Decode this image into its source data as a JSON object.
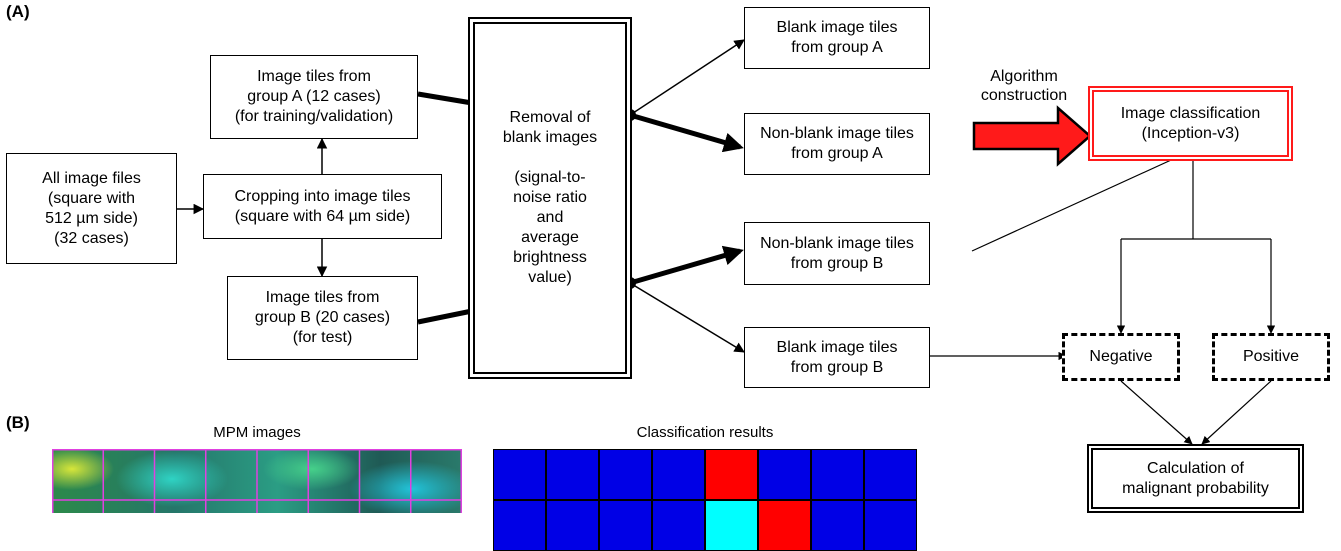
{
  "labels": {
    "panel_a": "(A)",
    "panel_b": "(B)"
  },
  "boxes": {
    "all_files": "All image files\n(square with\n512 µm side)\n(32 cases)",
    "cropping": "Cropping into image tiles\n(square with 64 µm side)",
    "group_a": "Image tiles from\ngroup A (12 cases)\n(for training/validation)",
    "group_b": "Image tiles from\ngroup B (20 cases)\n(for test)",
    "removal": "Removal of\nblank images\n\n(signal-to-\nnoise ratio\nand\naverage\nbrightness\nvalue)",
    "blank_a": "Blank image tiles\nfrom group A",
    "nonblank_a": "Non-blank image tiles\nfrom group A",
    "nonblank_b": "Non-blank image tiles\nfrom group B",
    "blank_b": "Blank image tiles\nfrom group B",
    "classification": "Image classification\n(Inception-v3)",
    "negative": "Negative",
    "positive": "Positive",
    "calculation": "Calculation of\nmalignant probability"
  },
  "annotations": {
    "algorithm": "Algorithm\nconstruction"
  },
  "panel_b": {
    "mpm_title": "MPM images",
    "classification_title": "Classification results",
    "grid_rows": [
      [
        "blue",
        "blue",
        "blue",
        "blue",
        "red",
        "blue",
        "blue",
        "blue"
      ],
      [
        "blue",
        "blue",
        "blue",
        "blue",
        "cyan",
        "red",
        "blue",
        "blue"
      ]
    ]
  },
  "colors": {
    "accent_red": "#ff1a1a",
    "cell_blue": "#0000e6",
    "cell_red": "#ff0000",
    "cell_cyan": "#00ffff",
    "grid_magenta": "#e040e0"
  }
}
